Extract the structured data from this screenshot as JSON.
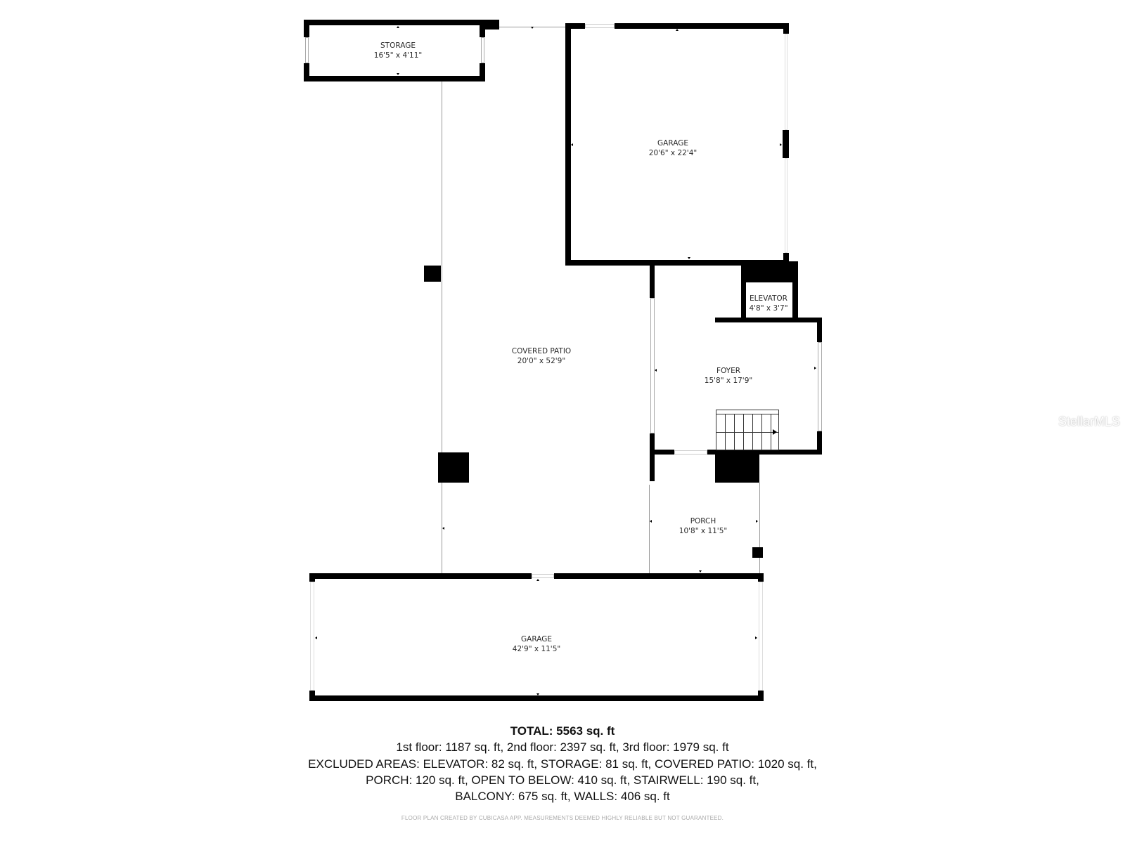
{
  "rooms": {
    "storage": {
      "name": "STORAGE",
      "dims": "16'5\" x 4'11\""
    },
    "garage_upper": {
      "name": "GARAGE",
      "dims": "20'6\" x 22'4\""
    },
    "covered_patio": {
      "name": "COVERED PATIO",
      "dims": "20'0\" x 52'9\""
    },
    "elevator": {
      "name": "ELEVATOR",
      "dims": "4'8\" x 3'7\""
    },
    "foyer": {
      "name": "FOYER",
      "dims": "15'8\" x 17'9\""
    },
    "porch": {
      "name": "PORCH",
      "dims": "10'8\" x 11'5\""
    },
    "garage_lower": {
      "name": "GARAGE",
      "dims": "42'9\" x 11'5\""
    }
  },
  "summary": {
    "total": "TOTAL: 5563 sq. ft",
    "floors": "1st floor: 1187 sq. ft, 2nd floor: 2397 sq. ft, 3rd floor: 1979 sq. ft",
    "excluded_line1": "EXCLUDED AREAS: ELEVATOR: 82 sq. ft, STORAGE: 81 sq. ft, COVERED PATIO: 1020 sq. ft,",
    "excluded_line2": "PORCH: 120 sq. ft, OPEN TO BELOW: 410 sq. ft, STAIRWELL: 190 sq. ft,",
    "excluded_line3": "BALCONY: 675 sq. ft, WALLS: 406 sq. ft"
  },
  "footer": "FLOOR PLAN CREATED BY CUBICASA APP. MEASUREMENTS DEEMED HIGHLY RELIABLE BUT NOT GUARANTEED.",
  "watermark": "StellarMLS"
}
